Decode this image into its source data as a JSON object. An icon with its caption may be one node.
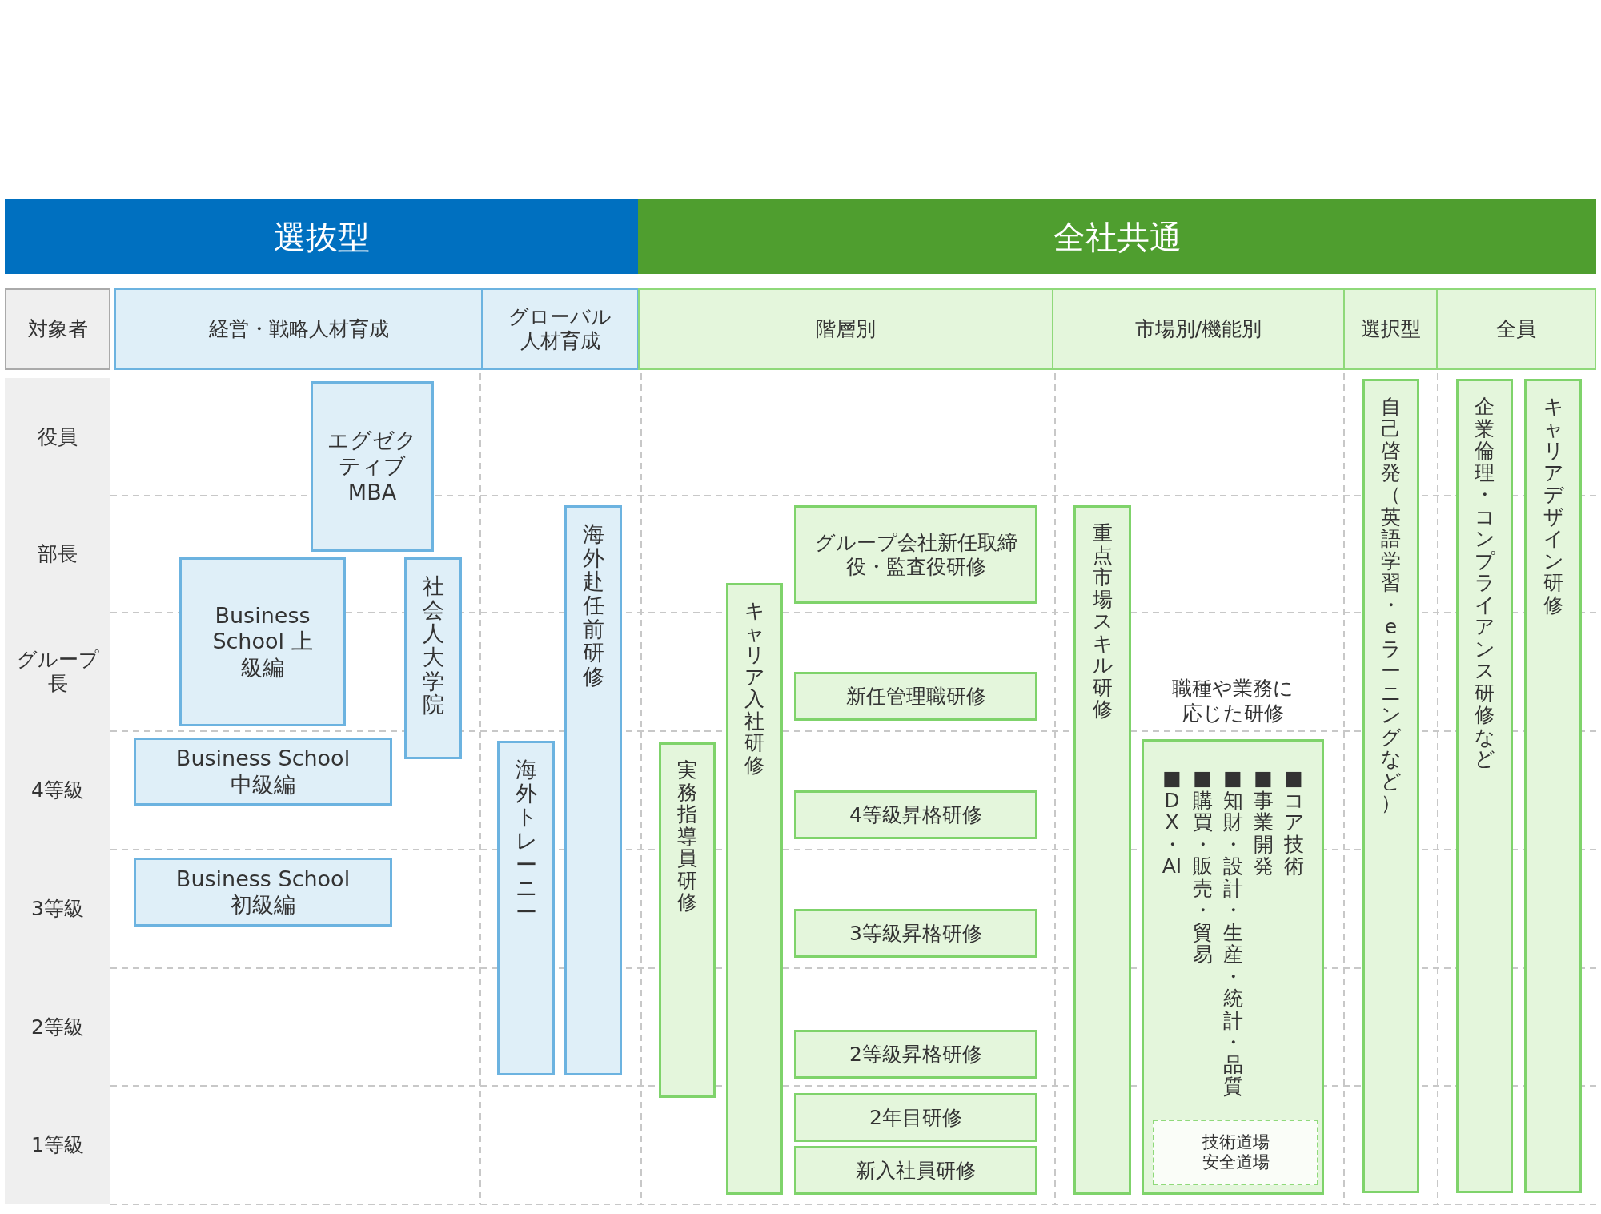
{
  "diagram": {
    "nodes": [
      {
        "text": [
          "選抜型"
        ]
      },
      {
        "text": [
          "全社共通"
        ]
      },
      {
        "text": [
          "対象者"
        ]
      },
      {
        "text": [
          "経営・戦略人材育成"
        ]
      },
      {
        "text": [
          "グローバル人材育成"
        ]
      },
      {
        "text": [
          "階層別"
        ]
      },
      {
        "text": [
          "市場別/機能別"
        ]
      },
      {
        "text": [
          "選択型"
        ]
      },
      {
        "text": [
          "全員"
        ]
      },
      {
        "text": [
          "エグゼクティブ MBA"
        ]
      },
      {
        "text": [
          "Business School 上級編"
        ]
      },
      {
        "text": [
          "社会人大学院"
        ]
      },
      {
        "text": [
          "Business School 中級編"
        ]
      },
      {
        "text": [
          "Business School 初級編"
        ]
      },
      {
        "text": [
          "海外トレーニー"
        ]
      },
      {
        "text": [
          "海外赴任前研修"
        ]
      },
      {
        "text": [
          "実務指導員研修"
        ]
      },
      {
        "text": [
          "キャリア入社研修"
        ]
      },
      {
        "text": [
          "グループ会社新任取締役・監査役研修"
        ]
      },
      {
        "text": [
          "新任管理職研修"
        ]
      },
      {
        "text": [
          "4等級昇格研修"
        ]
      },
      {
        "text": [
          "3等級昇格研修"
        ]
      },
      {
        "text": [
          "2等級昇格研修"
        ]
      },
      {
        "text": [
          "2年目研修"
        ]
      },
      {
        "text": [
          "新入社員研修"
        ]
      },
      {
        "text": [
          "重点市場スキル研修"
        ]
      },
      {
        "text": [
          "職種や業務に応じた研修",
          "■コア技術",
          "■事業開発",
          "■知財・設計・生産・統計・品質",
          "■購買・販売・貿易",
          "■DX・AI"
        ]
      },
      {
        "text": [
          "技術道場",
          "安全道場"
        ],
        "in": 26
      },
      {
        "text": [
          "自己啓発（英語学習・eラーニングなど）"
        ]
      },
      {
        "text": [
          "企業倫理・コンプライアンス研修など"
        ]
      },
      {
        "text": [
          "キャリアデザイン研修"
        ]
      }
    ],
    "labels": [
      "役員",
      "部長",
      "グループ長",
      "4等級",
      "3等級",
      "2等級",
      "1等級"
    ]
  }
}
